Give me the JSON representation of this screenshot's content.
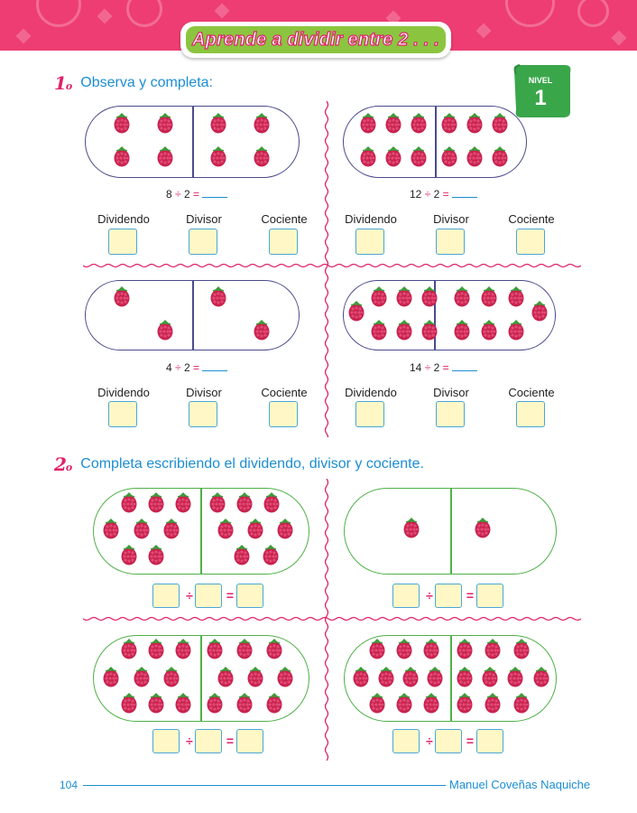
{
  "header": {
    "title": "Aprende a dividir entre 2 . . .",
    "nivel_label": "NIVEL",
    "nivel_number": "1",
    "band_color": "#ee3d72",
    "banner_color": "#8bc53f"
  },
  "section1": {
    "number": "1",
    "number_suffix": "o",
    "instruction": "Observa y completa:",
    "labels": {
      "dividend": "Dividendo",
      "divisor": "Divisor",
      "quotient": "Cociente"
    },
    "items": [
      {
        "equation": "8 ÷ 2 =",
        "left": "8",
        "op": "÷",
        "right": "2",
        "eq": "=",
        "berries": 8
      },
      {
        "equation": "12 ÷ 2 =",
        "left": "12",
        "op": "÷",
        "right": "2",
        "eq": "=",
        "berries": 12
      },
      {
        "equation": "4 ÷ 2 =",
        "left": "4",
        "op": "÷",
        "right": "2",
        "eq": "=",
        "berries": 4
      },
      {
        "equation": "14 ÷ 2 =",
        "left": "14",
        "op": "÷",
        "right": "2",
        "eq": "=",
        "berries": 14
      }
    ]
  },
  "section2": {
    "number": "2",
    "number_suffix": "o",
    "instruction": "Completa escribiendo el dividendo, divisor y cociente.",
    "div_symbol": "÷",
    "eq_symbol": "=",
    "items": [
      {
        "berries": 16
      },
      {
        "berries": 2
      },
      {
        "berries": 18
      },
      {
        "berries": 20
      }
    ]
  },
  "footer": {
    "page_number": "104",
    "author": "Manuel Coveñas Naquiche"
  },
  "colors": {
    "accent_pink": "#e0226a",
    "accent_blue": "#1c8ed3",
    "box_fill": "#fff8c6",
    "berry": "#c8234f",
    "leaf": "#3e9b3a"
  }
}
